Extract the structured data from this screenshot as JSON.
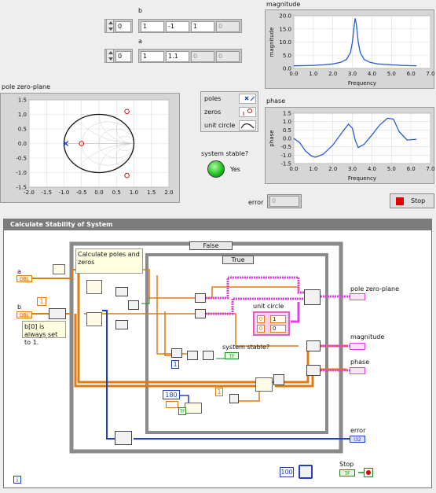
{
  "front_panel": {
    "b_label": "b",
    "a_label": "a",
    "b_index": "0",
    "a_index": "0",
    "b_values": [
      "1",
      "-1",
      "1",
      "0"
    ],
    "a_values": [
      "1",
      "1.1",
      "0",
      "0"
    ],
    "pole_zero_title": "pole zero-plane",
    "legend": {
      "poles": "poles",
      "zeros": "zeros",
      "unit_circle": "unit circle"
    },
    "stable_label": "system stable?",
    "stable_value": "Yes",
    "error_label": "error",
    "error_value": "0",
    "stop_label": "Stop",
    "led_color": "#22c322"
  },
  "chart_data": [
    {
      "id": "pole-zero-plane",
      "type": "scatter",
      "title": "pole zero-plane",
      "xlim": [
        -2.0,
        2.0
      ],
      "ylim": [
        -1.5,
        1.5
      ],
      "xticks": [
        "-2.0",
        "-1.5",
        "-1.0",
        "-0.5",
        "0.0",
        "0.5",
        "1.0",
        "1.5",
        "2.0"
      ],
      "yticks": [
        "1.5",
        "1.0",
        "0.5",
        "0.0",
        "-0.5",
        "-1.0",
        "-1.5"
      ],
      "poles": [
        [
          -0.95,
          0.0
        ]
      ],
      "zeros": [
        [
          0.8,
          1.1
        ],
        [
          -0.5,
          0.0
        ],
        [
          0.8,
          -1.1
        ]
      ],
      "unit_circle_radius": 1.0
    },
    {
      "id": "magnitude",
      "type": "line",
      "title": "magnitude",
      "xlabel": "Frequency",
      "ylabel": "magnitude",
      "xlim": [
        0,
        7
      ],
      "ylim": [
        0,
        20
      ],
      "xticks": [
        "0.0",
        "1.0",
        "2.0",
        "3.0",
        "4.0",
        "5.0",
        "6.0",
        "7.0"
      ],
      "yticks": [
        "20.0",
        "15.0",
        "10.0",
        "5.0",
        "0.0"
      ],
      "x": [
        0,
        0.5,
        1,
        1.5,
        2,
        2.4,
        2.7,
        2.9,
        3.0,
        3.1,
        3.14,
        3.2,
        3.3,
        3.4,
        3.6,
        3.9,
        4.3,
        5,
        5.5,
        6,
        6.28
      ],
      "values": [
        1.0,
        1.05,
        1.15,
        1.35,
        1.7,
        2.3,
        3.4,
        6.0,
        10.0,
        17.0,
        19.0,
        17.0,
        10.0,
        6.0,
        3.4,
        2.3,
        1.7,
        1.35,
        1.15,
        1.05,
        1.0
      ]
    },
    {
      "id": "phase",
      "type": "line",
      "title": "phase",
      "xlabel": "Frequency",
      "ylabel": "phase",
      "xlim": [
        0,
        7
      ],
      "ylim": [
        -1.5,
        1.5
      ],
      "xticks": [
        "0.0",
        "1.0",
        "2.0",
        "3.0",
        "4.0",
        "5.0",
        "6.0",
        "7.0"
      ],
      "yticks": [
        "1.5",
        "1.0",
        "0.5",
        "0.0",
        "-0.5",
        "-1.0",
        "-1.5"
      ],
      "x": [
        0,
        0.3,
        0.6,
        0.9,
        1.1,
        1.5,
        2.0,
        2.5,
        2.8,
        3.0,
        3.14,
        3.3,
        3.6,
        4.0,
        4.4,
        4.8,
        5.1,
        5.4,
        5.8,
        6.28
      ],
      "values": [
        0.0,
        -0.25,
        -0.75,
        -1.05,
        -1.12,
        -0.95,
        -0.4,
        0.4,
        0.85,
        0.6,
        -0.1,
        -0.55,
        -0.35,
        0.2,
        0.8,
        1.2,
        1.15,
        0.4,
        -0.1,
        -0.05
      ]
    }
  ],
  "block_diagram": {
    "title": "Calculate Stability of System",
    "case_false": "False",
    "case_true": "True",
    "comment_poles": "Calculate poles and zeros",
    "comment_b0": "b[0] is always set to 1.",
    "label_a": "a",
    "label_b": "b",
    "term_dbl": "DBL",
    "term_tf": "TF",
    "term_i32": "I32",
    "term_pole_zero": "pole zero-plane",
    "term_magnitude": "magnitude",
    "term_phase": "phase",
    "term_error": "error",
    "term_stop": "Stop",
    "term_unit_circle": "unit circle",
    "term_system_stable": "system stable?",
    "const_1": "1",
    "const_180": "180",
    "const_100": "100",
    "const_0a": "0",
    "const_1a": "1",
    "const_0b": "0",
    "const_0c": "0",
    "info_icon": "i"
  }
}
